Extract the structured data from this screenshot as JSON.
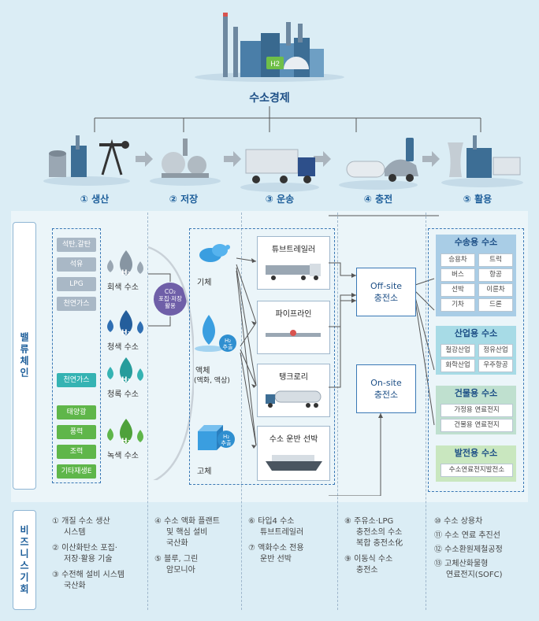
{
  "header": {
    "title": "수소경제"
  },
  "stages": [
    {
      "id": "production",
      "label": "① 생산"
    },
    {
      "id": "storage",
      "label": "② 저장"
    },
    {
      "id": "transport",
      "label": "③ 운송"
    },
    {
      "id": "charging",
      "label": "④ 충전"
    },
    {
      "id": "utilization",
      "label": "⑤ 활용"
    }
  ],
  "sections": {
    "value_chain": "밸류체인",
    "business": "비즈니스기회"
  },
  "factory_badge": "H2",
  "production": {
    "gray_sources": [
      "석탄,갈탄",
      "석유",
      "LPG",
      "천연가스"
    ],
    "blue_sources": [
      "천연가스"
    ],
    "green_sources": [
      "태양광",
      "풍력",
      "조력",
      "기타재생E"
    ],
    "gray_h2": "회색 수소",
    "blue_h2": "청색 수소",
    "turquoise_h2": "청록 수소",
    "green_h2": "녹색 수소",
    "h2_symbol": "H₂",
    "co2_line1": "CO₂",
    "co2_line2": "포집·저장",
    "co2_line3": "활용"
  },
  "storage": {
    "gas": "기체",
    "liquid": "액체",
    "liquid_sub": "(액화, 액상)",
    "solid": "고체",
    "extract_line1": "H₂",
    "extract_line2": "추출"
  },
  "transport": {
    "tube_trailer": "튜브트레일러",
    "pipeline": "파이프라인",
    "tank_lorry": "탱크로리",
    "ship": "수소 운반 선박"
  },
  "charging": {
    "offsite_line1": "Off-site",
    "offsite_line2": "충전소",
    "onsite_line1": "On-site",
    "onsite_line2": "충전소"
  },
  "utilization": {
    "transport": {
      "title": "수송용 수소",
      "items": [
        "승용차",
        "트럭",
        "버스",
        "항공",
        "선박",
        "이륜차",
        "기차",
        "드론"
      ]
    },
    "industrial": {
      "title": "산업용 수소",
      "items": [
        "철강산업",
        "정유산업",
        "화학산업",
        "우주항공"
      ]
    },
    "building": {
      "title": "건물용 수소",
      "items": [
        "가정용 연료전지",
        "건물용 연료전지"
      ]
    },
    "power": {
      "title": "발전용 수소",
      "items": [
        "수소연료전지발전소"
      ]
    }
  },
  "opportunities": {
    "col1": [
      "① 개질 수소 생산",
      "시스템",
      "② 이산화탄소 포집·",
      "저장·활용 기술",
      "③ 수전해 설비 시스템",
      "국산화"
    ],
    "col2": [
      "④ 수소 액화 플랜트",
      "및 핵심 설비",
      "국산화",
      "⑤ 블루, 그린",
      "암모니아"
    ],
    "col3": [
      "⑥ 타입4 수소",
      "튜브트레일러",
      "⑦ 액화수소 전용",
      "운반 선박"
    ],
    "col4": [
      "⑧ 주유소·LPG",
      "충전소의 수소",
      "복합 충전소化",
      "⑨ 이동식 수소",
      "충전소"
    ],
    "col5": [
      "⑩ 수소 상용차",
      "⑪ 수소 연료 추진선",
      "⑫ 수소환원제철공정",
      "⑬ 고체산화물형",
      "연료전지(SOFC)"
    ]
  },
  "colors": {
    "accent": "#1d5e9a",
    "gray": "#a9b8c6",
    "teal": "#35b3b3",
    "green": "#5fb64a",
    "purple": "#6f5fa8",
    "background": "#dbedf5"
  }
}
